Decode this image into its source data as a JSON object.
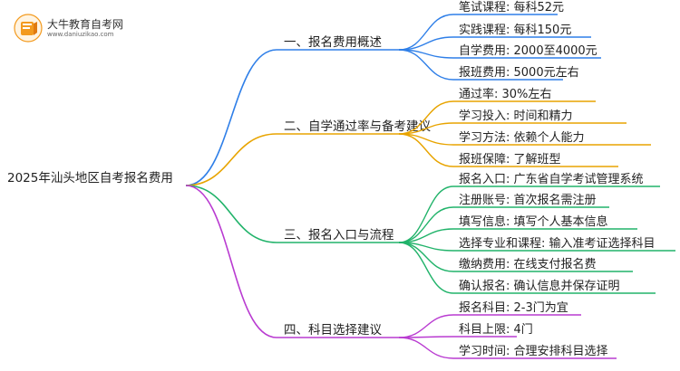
{
  "logo": {
    "title": "大牛教育自考网",
    "url": "www.daniuzikao.com"
  },
  "colors": {
    "branch1": "#2f7fe8",
    "branch2": "#e8a400",
    "branch3": "#21b36a",
    "branch4": "#b93bd1",
    "logo_orange": "#f39a1e"
  },
  "mindmap": {
    "root": "2025年汕头地区自考报名费用",
    "branches": [
      {
        "label": "一、报名费用概述",
        "items": [
          "笔试课程: 每科52元",
          "实践课程: 每科150元",
          "自学费用: 2000至4000元",
          "报班费用: 5000元左右"
        ]
      },
      {
        "label": "二、自学通过率与备考建议",
        "items": [
          "通过率: 30%左右",
          "学习投入: 时间和精力",
          "学习方法: 依赖个人能力",
          "报班保障: 了解班型"
        ]
      },
      {
        "label": "三、报名入口与流程",
        "items": [
          "报名入口: 广东省自学考试管理系统",
          "注册账号: 首次报名需注册",
          "填写信息: 填写个人基本信息",
          "选择专业和课程: 输入准考证选择科目",
          "缴纳费用: 在线支付报名费",
          "确认报名: 确认信息并保存证明"
        ]
      },
      {
        "label": "四、科目选择建议",
        "items": [
          "报名科目: 2-3门为宜",
          "科目上限: 4门",
          "学习时间: 合理安排科目选择"
        ]
      }
    ]
  }
}
